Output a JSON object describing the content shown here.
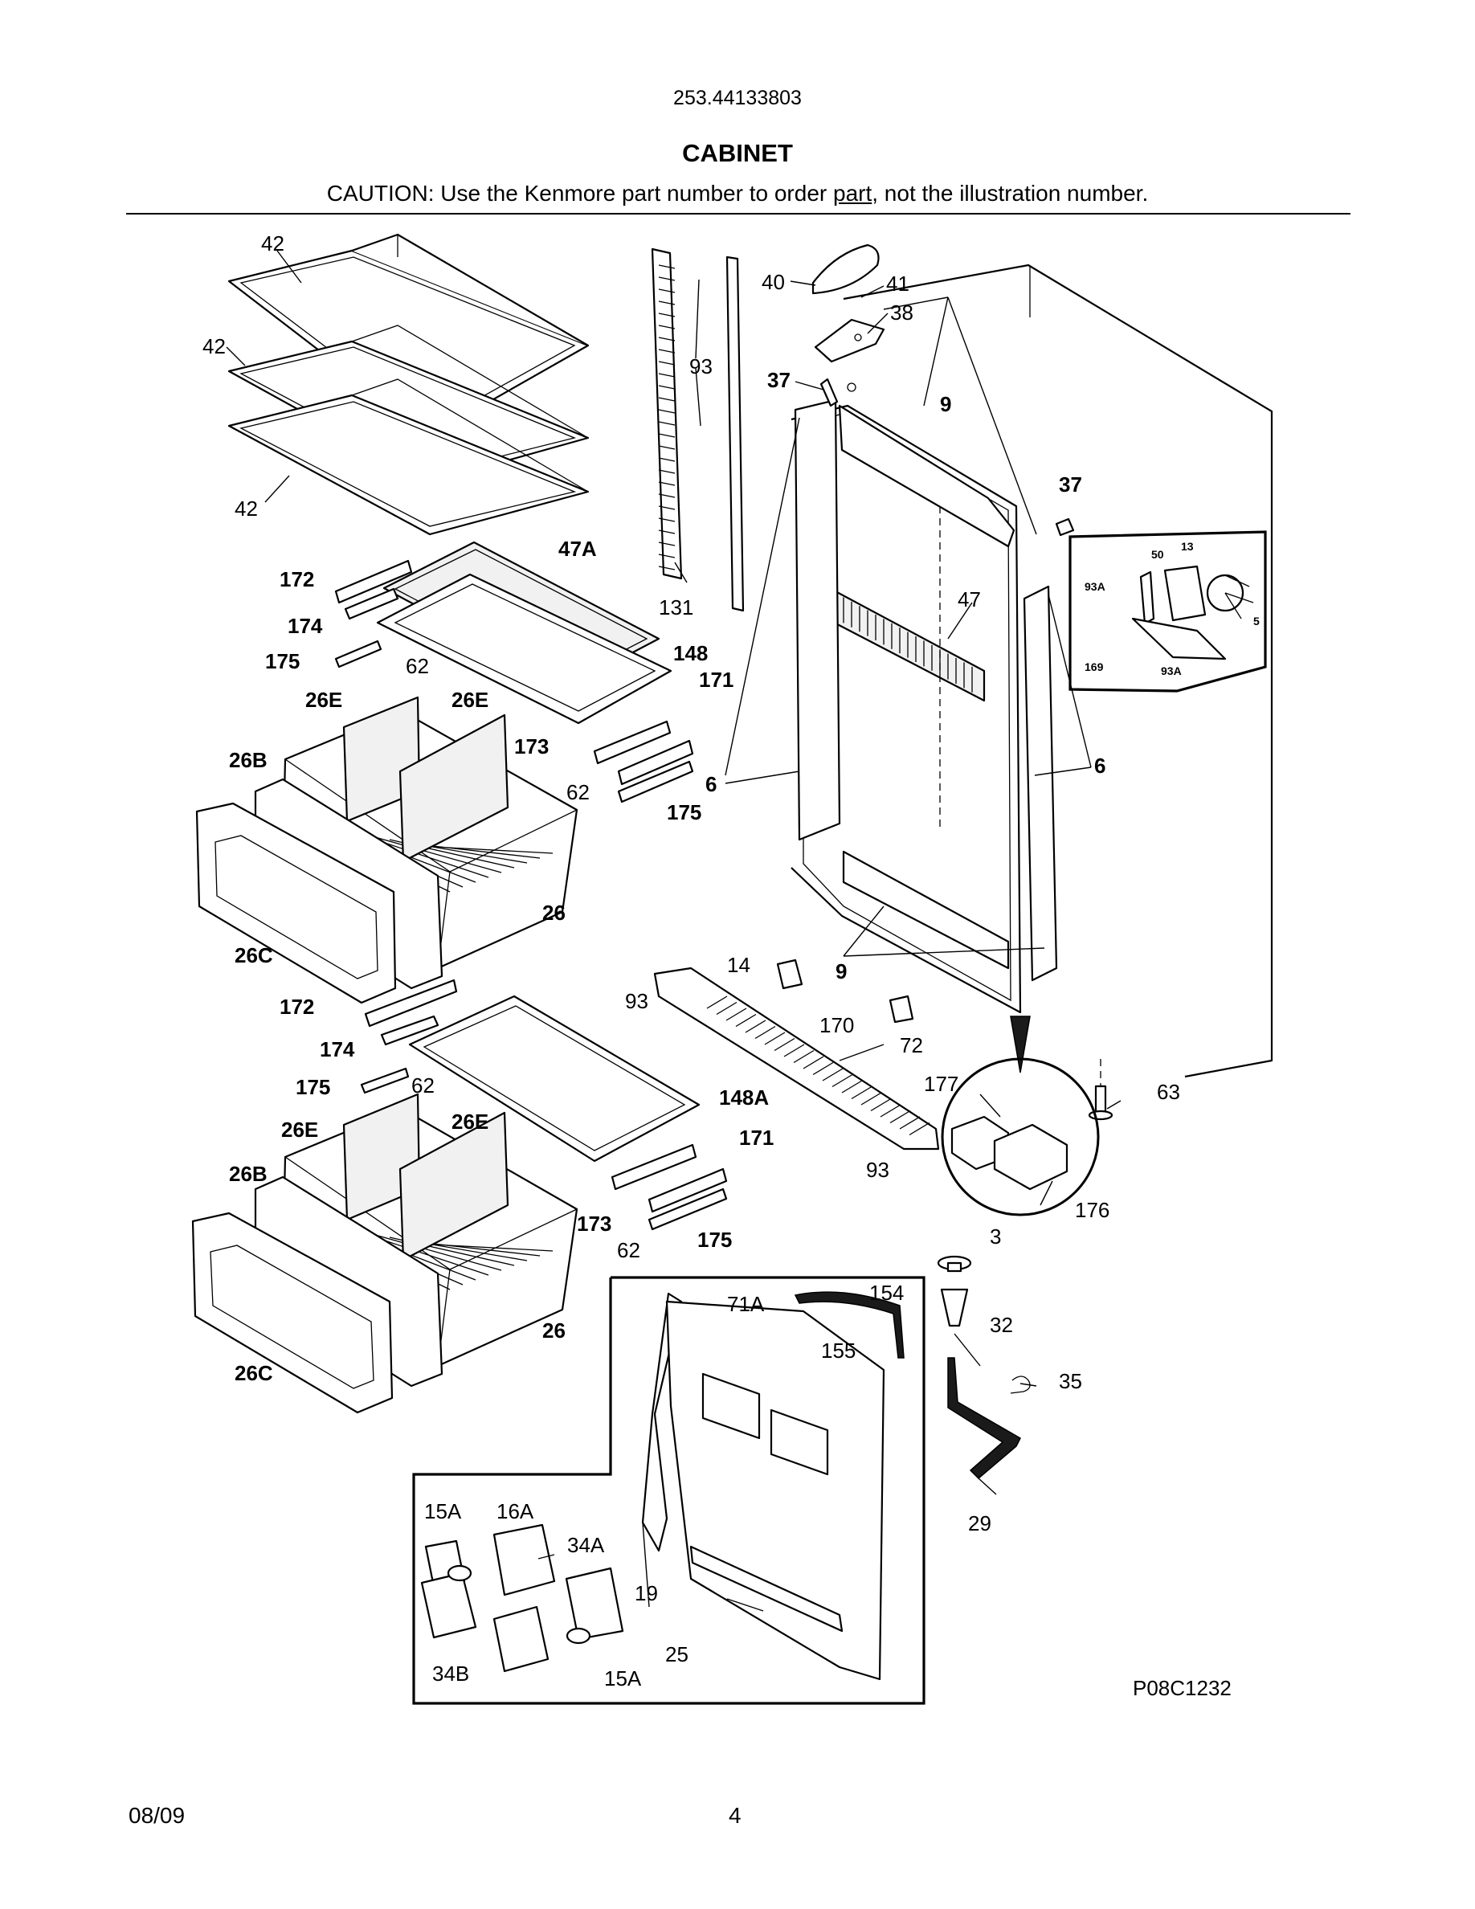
{
  "header": {
    "model_number": "253.44133803",
    "section_title": "CABINET",
    "caution_prefix": "CAUTION: Use the Kenmore part number to order ",
    "caution_underlined": "part",
    "caution_suffix": ", not the illustration number."
  },
  "diagram": {
    "drawing_code": "P08C1232",
    "callouts": {
      "c42a": "42",
      "c42b": "42",
      "c42c": "42",
      "c93top": "93",
      "c131": "131",
      "c40": "40",
      "c41": "41",
      "c38": "38",
      "c37a": "37",
      "c37b": "37",
      "c9top": "9",
      "c9bot": "9",
      "c47": "47",
      "c47a": "47A",
      "c172a": "172",
      "c174a": "174",
      "c175a": "175",
      "c62a": "62",
      "c148": "148",
      "c171a": "171",
      "c173a": "173",
      "c62b": "62",
      "c175b": "175",
      "c26e1": "26E",
      "c26e2": "26E",
      "c26b1": "26B",
      "c26a": "26",
      "c26c1": "26C",
      "c6l": "6",
      "c6r": "6",
      "c50": "50",
      "c13": "13",
      "c93a1": "93A",
      "c5": "5",
      "c169": "169",
      "c93a2": "93A",
      "c14": "14",
      "c93mid": "93",
      "c170": "170",
      "c72": "72",
      "c177": "177",
      "c63": "63",
      "c93low": "93",
      "c176": "176",
      "c172b": "172",
      "c174b": "174",
      "c175c": "175",
      "c62c": "62",
      "c148a": "148A",
      "c171b": "171",
      "c173b": "173",
      "c62d": "62",
      "c175d": "175",
      "c26e3": "26E",
      "c26e4": "26E",
      "c26b2": "26B",
      "c26b": "26",
      "c26c2": "26C",
      "c3": "3",
      "c32": "32",
      "c35": "35",
      "c29": "29",
      "c71a": "71A",
      "c154": "154",
      "c155": "155",
      "c15a1": "15A",
      "c16a": "16A",
      "c34a": "34A",
      "c19": "19",
      "c34b": "34B",
      "c15a2": "15A",
      "c25": "25"
    }
  },
  "footer": {
    "date": "08/09",
    "page_number": "4"
  }
}
